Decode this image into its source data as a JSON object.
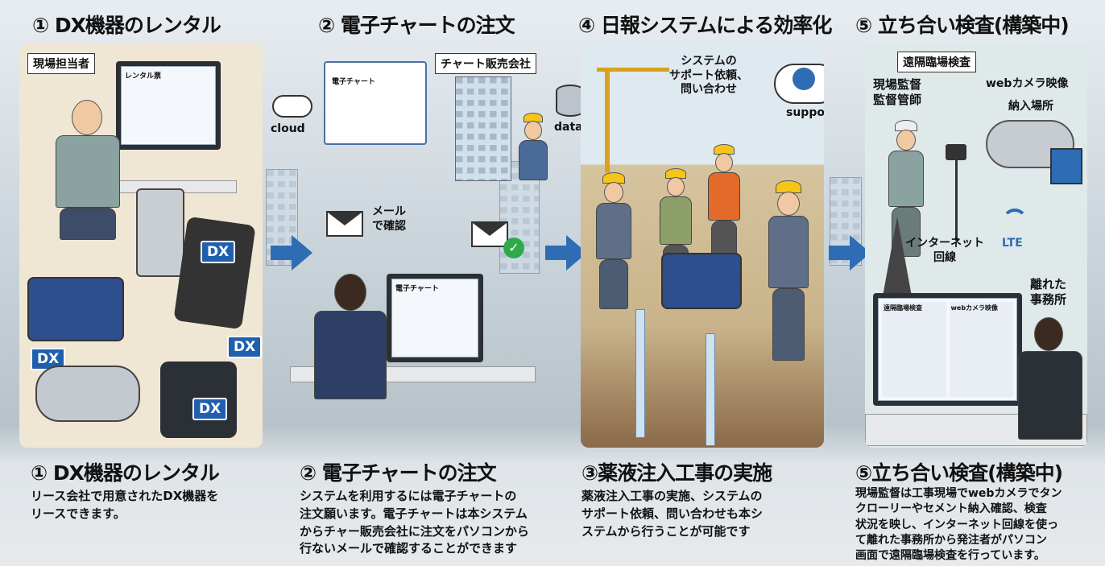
{
  "top_titles": [
    "① DX機器のレンタル",
    "② 電子チャートの注文",
    "④ 日報システムによる効率化",
    "⑤ 立ち合い検査(構築中)"
  ],
  "panel1": {
    "tag": "現場担当者",
    "screen_title": "レンタル票",
    "dx_badges": [
      "DX",
      "DX",
      "DX",
      "DX"
    ]
  },
  "panel2": {
    "cloud_label": "cloud",
    "data_label": "data",
    "company_tag": "チャート販売会社",
    "form_title": "電子チャート",
    "mail_label": "メール\nで確認",
    "screen_title": "電子チャート"
  },
  "panel3": {
    "support_request": "システムの\nサポート依頼、\n問い合わせ",
    "support_label": "support"
  },
  "panel4": {
    "tag": "遠隔臨場検査",
    "supervisor": "現場監督\n監督管師",
    "webcam": "webカメラ映像",
    "delivery": "納入場所",
    "internet": "インターネット\n回線",
    "lte": "LTE",
    "office": "離れた\n事務所",
    "screen_left": "遠隔臨場検査",
    "screen_right": "webカメラ映像"
  },
  "sections": [
    {
      "title": "① DX機器のレンタル",
      "text": "リース会社で用意されたDX機器を\nリースできます。"
    },
    {
      "title": "② 電子チャートの注文",
      "text": "システムを利用するには電子チャートの\n注文願います。電子チャートは本システム\nからチャー販売会社に注文をパソコンから\n行ないメールで確認することができます"
    },
    {
      "title": "③薬液注入工事の実施",
      "text": "薬液注入工事の実施、システムの\nサポート依頼、問い合わせも本シ\nステムから行うことが可能です"
    },
    {
      "title": "⑤立ち合い検査(構築中)",
      "text": "現場監督は工事現場でwebカメラでタン\nクローリーやセメント納入確認、検査\n状況を映し、インターネット回線を使っ\nて離れた事務所から発注者がパソコン\n画面で遠隔臨場検査を行っています。"
    }
  ],
  "colors": {
    "accent_blue": "#2e6db4",
    "panel1_bg": "#efe6d4",
    "panel3_bg": "#d9c9a8",
    "panel4_bg": "#dfe9ea"
  }
}
